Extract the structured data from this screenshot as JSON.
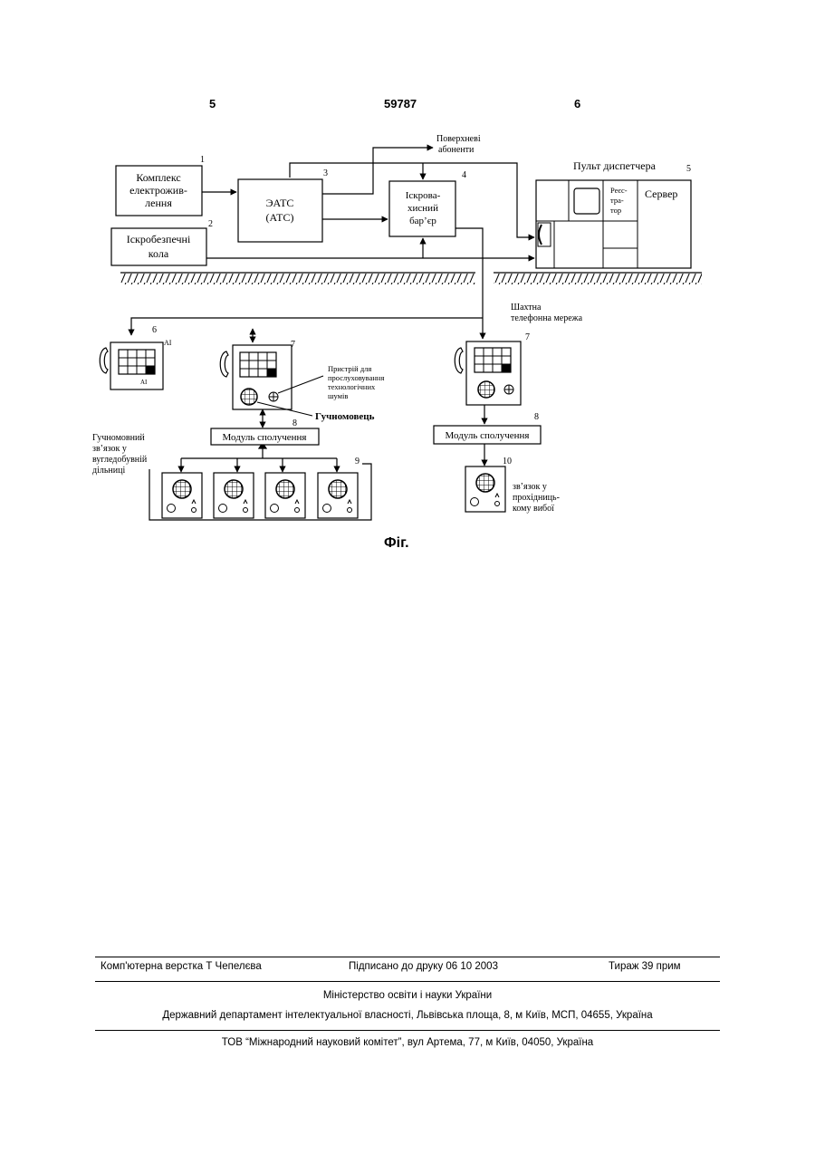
{
  "header": {
    "left_page": "5",
    "doc_number": "59787",
    "right_page": "6"
  },
  "diagram": {
    "power": [
      "Комплекс",
      "електрожив-",
      "лення"
    ],
    "power_num": "1",
    "spark_circuits": [
      "Іскробезпечні",
      "кола"
    ],
    "spark_num": "2",
    "exchange": [
      "ЭАТС",
      "(АТС)"
    ],
    "exchange_num": "3",
    "barrier": [
      "Іскрова-",
      "хисний",
      "бар’єр"
    ],
    "barrier_num": "4",
    "surface_subscribers": [
      "Поверхневі",
      "абоненти"
    ],
    "dispatcher_console": "Пульт диспетчера",
    "console_num": "5",
    "recorder": [
      "Реєс-",
      "тра-",
      "тор"
    ],
    "server": "Сервер",
    "mine_network": [
      "Шахтна",
      "телефонна мережа"
    ],
    "phone6_num": "6",
    "phone6_tag": "AI",
    "phone6_tag_small": "AI",
    "phone7_num": "7",
    "phone7b_num": "7",
    "listen_device": [
      "Пристрій для",
      "прослуховування",
      "технологічних",
      "шумів"
    ],
    "loudspeaker": "Гучномовець",
    "module_num": "8",
    "module_num_b": "8",
    "module_label": "Модуль сполучення",
    "module_label_b": "Модуль сполучення",
    "loud_link": [
      "Гучномовний",
      "зв’язок у",
      "вугледобувній",
      "дільниці"
    ],
    "group_num": "9",
    "unit10_num": "10",
    "drift_link": [
      "зв’язок у",
      "прохідниць-",
      "кому вибої"
    ]
  },
  "caption": "Фіг.",
  "footer": {
    "layout": "Комп'ютерна верстка Т  Чепелєва",
    "signed": "Підписано до друку 06 10 2003",
    "circulation": "Тираж 39 прим",
    "ministry": "Міністерство освіти і науки України",
    "department": "Державний департамент інтелектуальної власності, Львівська площа, 8, м  Київ, МСП, 04655, Україна",
    "printer": "ТОВ “Міжнародний науковий комітет”, вул  Артема, 77, м  Київ, 04050, Україна"
  }
}
